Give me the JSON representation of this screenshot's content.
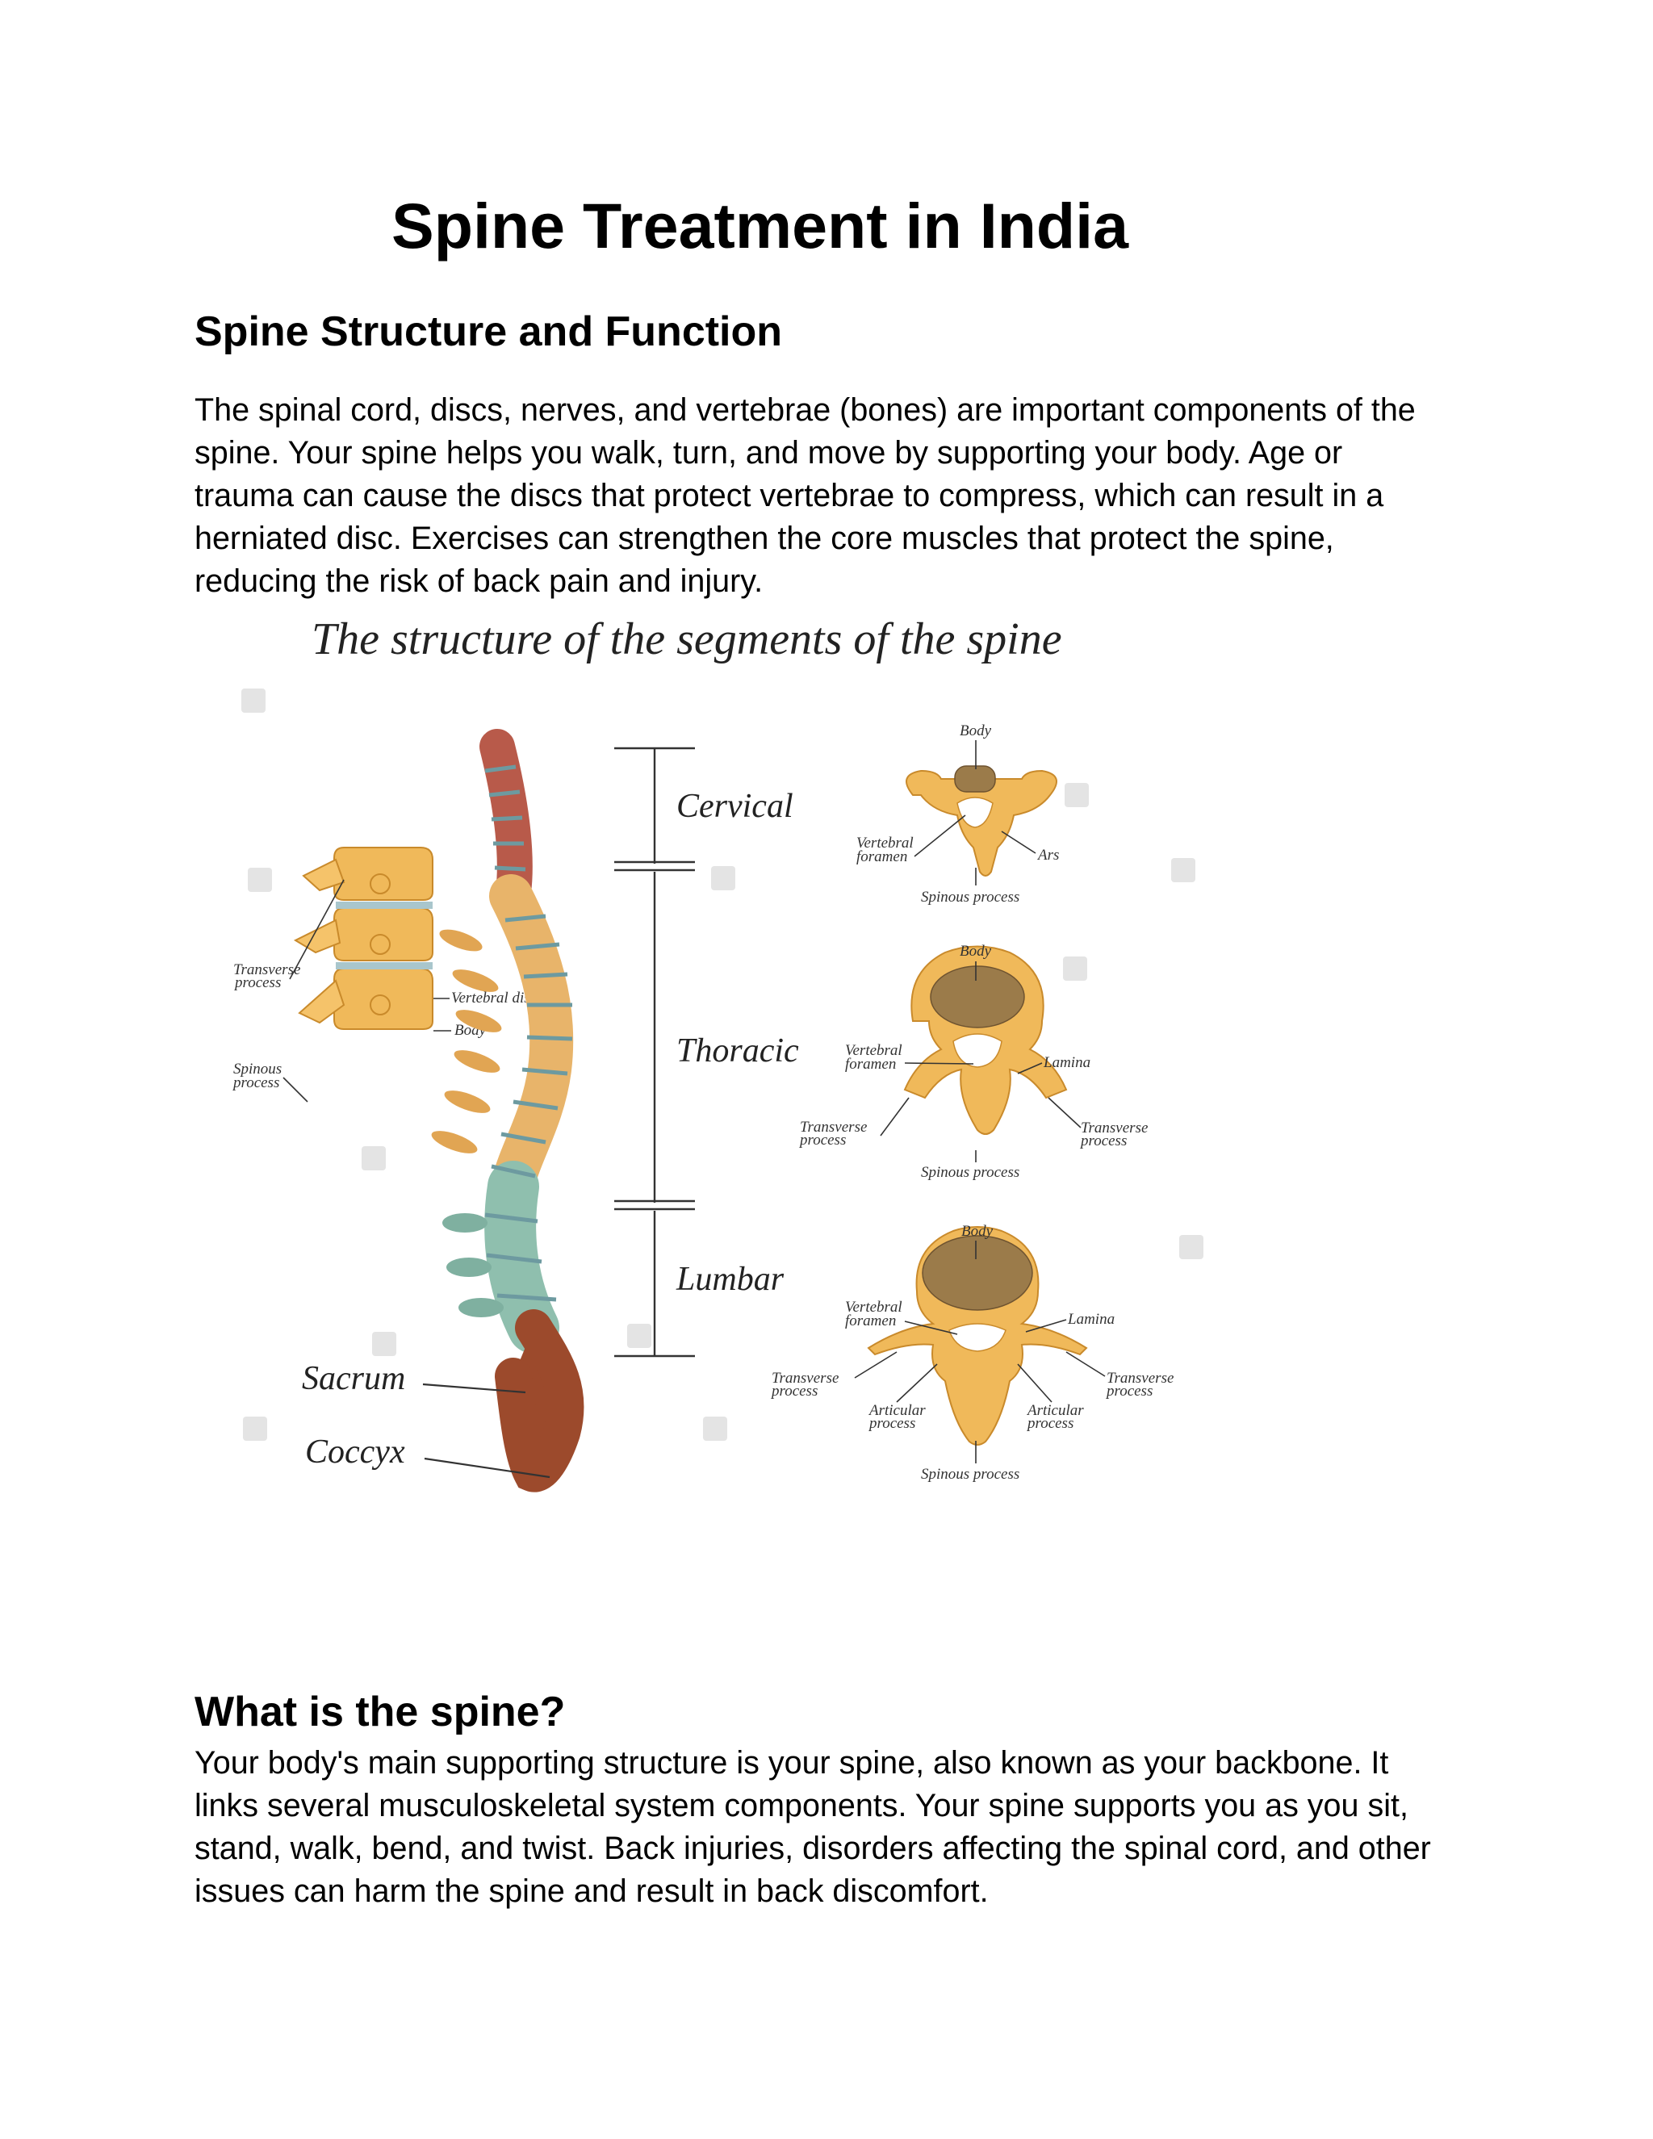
{
  "document": {
    "title": "Spine Treatment in India",
    "section1": {
      "heading": "Spine Structure and Function",
      "lines": [
        "The spinal cord, discs, nerves, and vertebrae (bones) are important components of the",
        "spine. Your spine helps you walk, turn, and move by supporting your body. Age or",
        "trauma can cause the discs that protect vertebrae to compress, which can result in a",
        "herniated disc. Exercises can strengthen the core muscles that protect the spine,",
        "reducing the risk of back pain and injury."
      ]
    },
    "section2": {
      "heading": "What is the spine?",
      "lines": [
        "Your body's main supporting structure is your spine, also known as your backbone. It",
        "links several musculoskeletal system components. Your spine supports you as you sit,",
        "stand, walk, bend, and twist. Back injuries, disorders affecting the spinal cord, and other",
        "issues can harm the spine and result in back discomfort."
      ]
    }
  },
  "figure": {
    "title": "The structure of the segments of the spine",
    "segments": {
      "cervical": "Cervical",
      "thoracic": "Thoracic",
      "lumbar": "Lumbar",
      "sacrum": "Sacrum",
      "coccyx": "Coccyx"
    },
    "side_detail": {
      "transverse_process_1": "Transverse",
      "transverse_process_2": "process",
      "vertebral_disc": "Vertebral disc",
      "body": "Body",
      "spinous_process_1": "Spinous",
      "spinous_process_2": "process"
    },
    "cervical_vertebra": {
      "body": "Body",
      "foramen_1": "Vertebral",
      "foramen_2": "foramen",
      "ars": "Ars",
      "spinous": "Spinous process"
    },
    "thoracic_vertebra": {
      "body": "Body",
      "foramen_1": "Vertebral",
      "foramen_2": "foramen",
      "lamina": "Lamina",
      "transverse_l1": "Transverse",
      "transverse_l2": "process",
      "transverse_r1": "Transverse",
      "transverse_r2": "process",
      "spinous": "Spinous process"
    },
    "lumbar_vertebra": {
      "body": "Body",
      "foramen_1": "Vertebral",
      "foramen_2": "foramen",
      "lamina": "Lamina",
      "transverse_l1": "Transverse",
      "transverse_l2": "process",
      "transverse_r1": "Transverse",
      "transverse_r2": "process",
      "articular_l1": "Articular",
      "articular_l2": "process",
      "articular_r1": "Articular",
      "articular_r2": "process",
      "spinous": "Spinous process"
    },
    "colors": {
      "cervical": "#b85a4a",
      "thoracic": "#e8b46a",
      "lumbar": "#8fbfae",
      "sacrum": "#9c4a2c",
      "disc": "#6d9aa0",
      "bone": "#f0b95a"
    }
  }
}
